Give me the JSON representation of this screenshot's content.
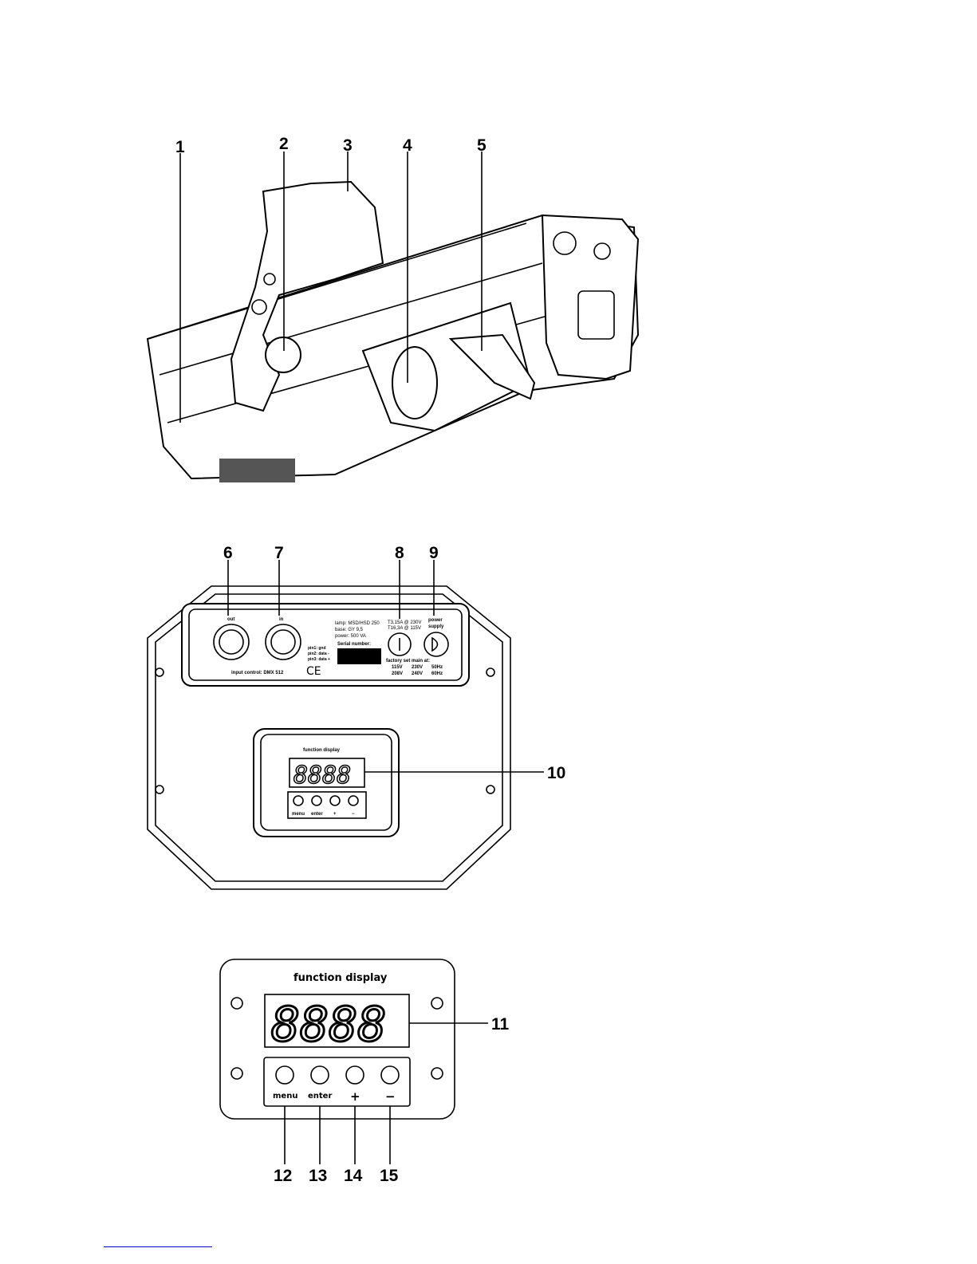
{
  "callouts": {
    "c1": "1",
    "c2": "2",
    "c3": "3",
    "c4": "4",
    "c5": "5",
    "c6": "6",
    "c7": "7",
    "c8": "8",
    "c9": "9",
    "c10": "10",
    "c11": "11",
    "c12": "12",
    "c13": "13",
    "c14": "14",
    "c15": "15"
  },
  "rear_panel": {
    "out_label": "out",
    "in_label": "in",
    "input_control": "input control: DMX 512",
    "pins": [
      "pin1: gnd",
      "pin2: data -",
      "pin3: data +"
    ],
    "lamp": "lamp:   MSD/HSD 250",
    "base": "base:   GY 9,5",
    "power": "power:  500 VA",
    "serial_label": "Serial number:",
    "fuse1": "T3,15A @ 230V",
    "fuse2": "T16,3A @ 115V",
    "power_supply1": "power",
    "power_supply2": "supply",
    "factory": "factory set main at:",
    "volt": [
      "115V",
      "230V",
      "50Hz",
      "208V",
      "240V",
      "60Hz"
    ],
    "ce": "CE"
  },
  "function_display": {
    "title": "function display",
    "digits": "8888",
    "buttons": [
      "menu",
      "enter",
      "+",
      "−"
    ]
  }
}
